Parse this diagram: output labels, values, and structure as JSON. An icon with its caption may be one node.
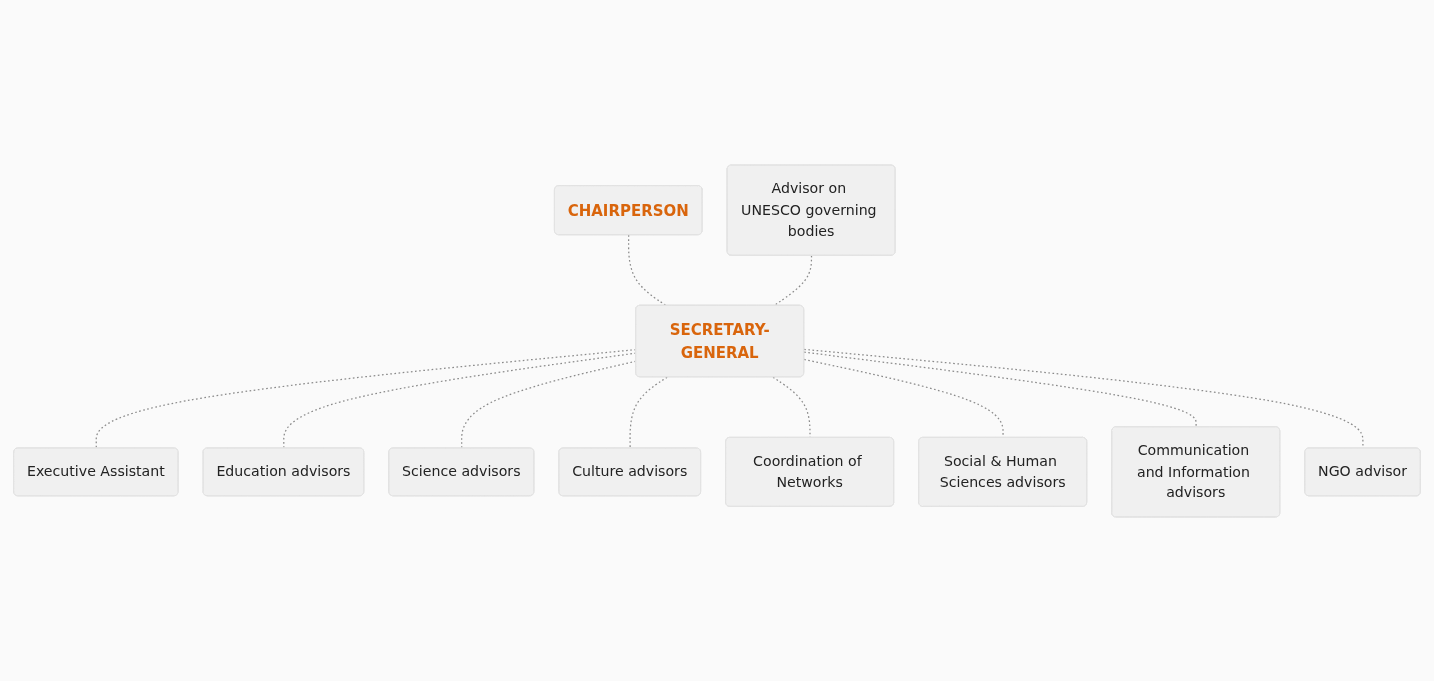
{
  "diagram": {
    "nodes": [
      {
        "text": [
          "CHAIRPERSON"
        ]
      },
      {
        "text": [
          "Advisor on UNESCO governing bodies"
        ]
      },
      {
        "text": [
          "SECRETARY-GENERAL"
        ]
      },
      {
        "text": [
          "Executive Assistant"
        ]
      },
      {
        "text": [
          "Education advisors"
        ]
      },
      {
        "text": [
          "Science advisors"
        ]
      },
      {
        "text": [
          "Culture advisors"
        ]
      },
      {
        "text": [
          "Coordination of Networks"
        ]
      },
      {
        "text": [
          "Social & Human Sciences advisors"
        ]
      },
      {
        "text": [
          "Communication and Information advisors"
        ]
      },
      {
        "text": [
          "NGO advisor"
        ]
      }
    ],
    "edges": [
      {
        "from": 0,
        "to": 2,
        "arrow": "none",
        "style": "dashed"
      },
      {
        "from": 1,
        "to": 2,
        "arrow": "none",
        "style": "dashed"
      },
      {
        "from": 2,
        "to": 3,
        "arrow": "none",
        "style": "dashed"
      },
      {
        "from": 2,
        "to": 4,
        "arrow": "none",
        "style": "dashed"
      },
      {
        "from": 2,
        "to": 5,
        "arrow": "none",
        "style": "dashed"
      },
      {
        "from": 2,
        "to": 6,
        "arrow": "none",
        "style": "dashed"
      },
      {
        "from": 2,
        "to": 7,
        "arrow": "none",
        "style": "dashed"
      },
      {
        "from": 2,
        "to": 8,
        "arrow": "none",
        "style": "dashed"
      },
      {
        "from": 2,
        "to": 9,
        "arrow": "none",
        "style": "dashed"
      },
      {
        "from": 2,
        "to": 10,
        "arrow": "none",
        "style": "dashed"
      }
    ]
  }
}
